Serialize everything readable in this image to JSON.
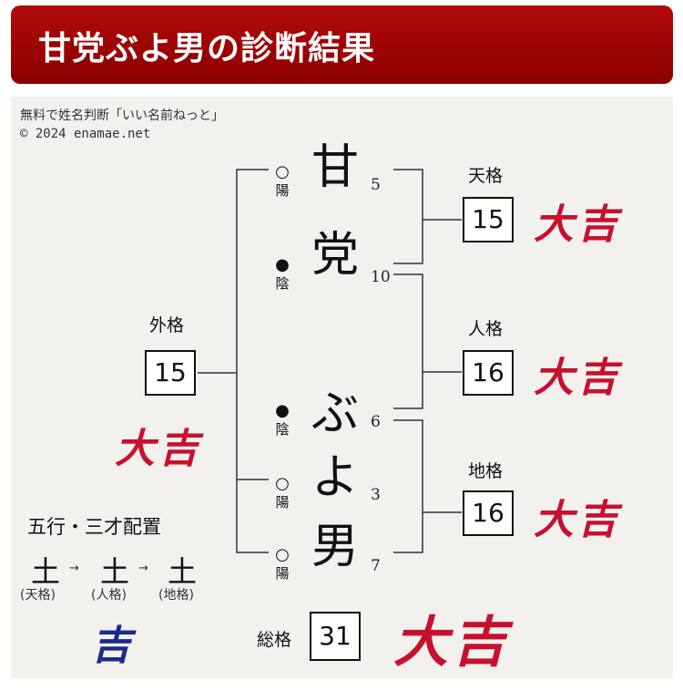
{
  "header": {
    "title": "甘党ぶよ男の診断結果"
  },
  "credit": {
    "line1": "無料で姓名判断「いい名前ねっと」",
    "line2": "© 2024 enamae.net"
  },
  "name_chars": [
    {
      "char": "甘",
      "mark": "○",
      "yinyang": "陽",
      "strokes": "5"
    },
    {
      "char": "党",
      "mark": "●",
      "yinyang": "陰",
      "strokes": "10"
    },
    {
      "char": "ぶ",
      "mark": "●",
      "yinyang": "陰",
      "strokes": "6"
    },
    {
      "char": "よ",
      "mark": "○",
      "yinyang": "陽",
      "strokes": "3"
    },
    {
      "char": "男",
      "mark": "○",
      "yinyang": "陽",
      "strokes": "7"
    }
  ],
  "kakaku": {
    "ten": {
      "label": "天格",
      "value": "15",
      "fortune": "大吉"
    },
    "jin": {
      "label": "人格",
      "value": "16",
      "fortune": "大吉"
    },
    "chi": {
      "label": "地格",
      "value": "16",
      "fortune": "大吉"
    },
    "gai": {
      "label": "外格",
      "value": "15",
      "fortune": "大吉"
    },
    "sou": {
      "label": "総格",
      "value": "31",
      "fortune": "大吉"
    }
  },
  "gogyo": {
    "heading": "五行・三才配置",
    "elements": [
      {
        "char": "土",
        "label": "(天格)"
      },
      {
        "char": "土",
        "label": "(人格)"
      },
      {
        "char": "土",
        "label": "(地格)"
      }
    ],
    "arrow": "→",
    "result": "吉"
  },
  "colors": {
    "header": "#a00000",
    "fortune_red": "#c8102e",
    "gogyo_blue": "#1c2a8c"
  }
}
